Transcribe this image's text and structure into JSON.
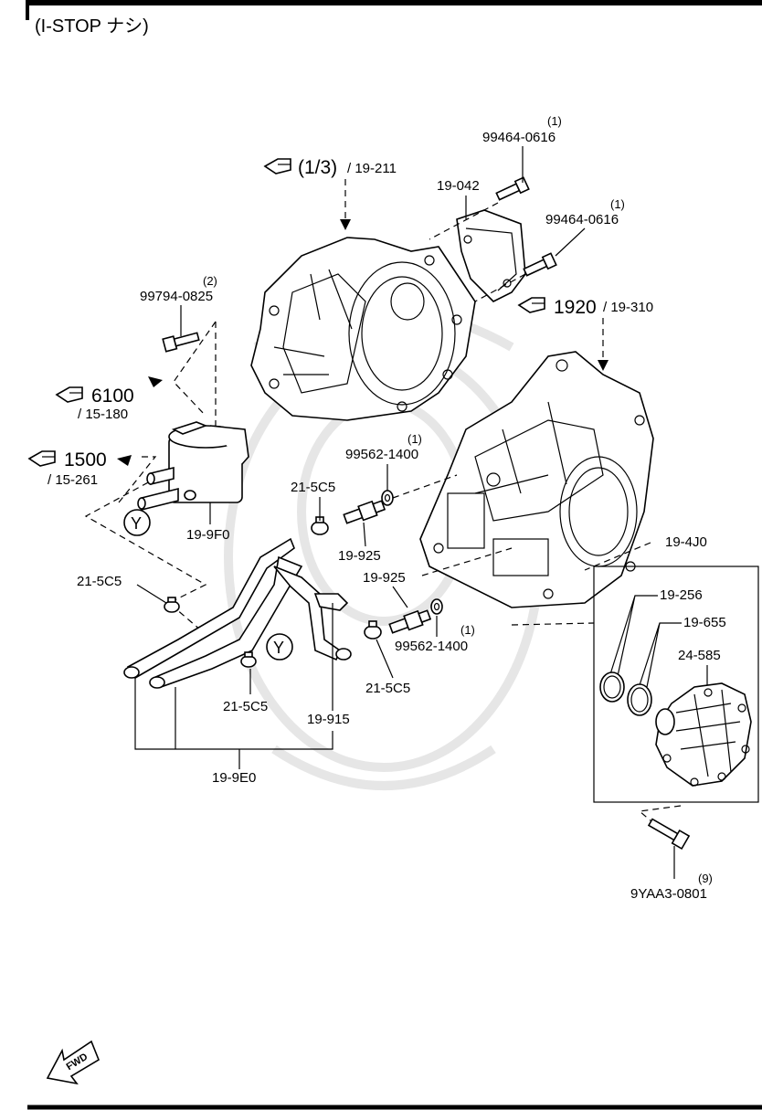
{
  "header": {
    "title": "(I-STOP ナシ)"
  },
  "refs": {
    "r1": {
      "main": "(1/3)",
      "sub": "/ 19-211"
    },
    "r2": {
      "main": "1920",
      "sub": "/ 19-310"
    },
    "r3": {
      "main": "6100",
      "sub": "/ 15-180"
    },
    "r4": {
      "main": "1500",
      "sub": "/ 15-261"
    }
  },
  "parts": {
    "bolt_top1": {
      "qty": "(1)",
      "num": "99464-0616"
    },
    "bolt_top2": {
      "qty": "(1)",
      "num": "99464-0616"
    },
    "bracket": {
      "num": "19-042"
    },
    "bolt_left": {
      "qty": "(2)",
      "num": "99794-0825"
    },
    "washer_upper": {
      "qty": "(1)",
      "num": "99562-1400"
    },
    "washer_lower": {
      "qty": "(1)",
      "num": "99562-1400"
    },
    "clamp_a": {
      "num": "21-5C5"
    },
    "clamp_b": {
      "num": "21-5C5"
    },
    "clamp_c": {
      "num": "21-5C5"
    },
    "clamp_d": {
      "num": "21-5C5"
    },
    "union_upper": {
      "num": "19-925"
    },
    "union_lower": {
      "num": "19-925"
    },
    "cooler": {
      "num": "19-9F0"
    },
    "hose": {
      "num": "19-915"
    },
    "hose_set": {
      "num": "19-9E0"
    },
    "kit": {
      "num": "19-4J0"
    },
    "seal_1": {
      "num": "19-256"
    },
    "seal_2": {
      "num": "19-655"
    },
    "cover": {
      "num": "24-585"
    },
    "bolt_cover": {
      "qty": "(9)",
      "num": "9YAA3-0801"
    }
  },
  "markers": {
    "y1": "Y",
    "y2": "Y"
  },
  "fwd": {
    "label": "FWD"
  }
}
